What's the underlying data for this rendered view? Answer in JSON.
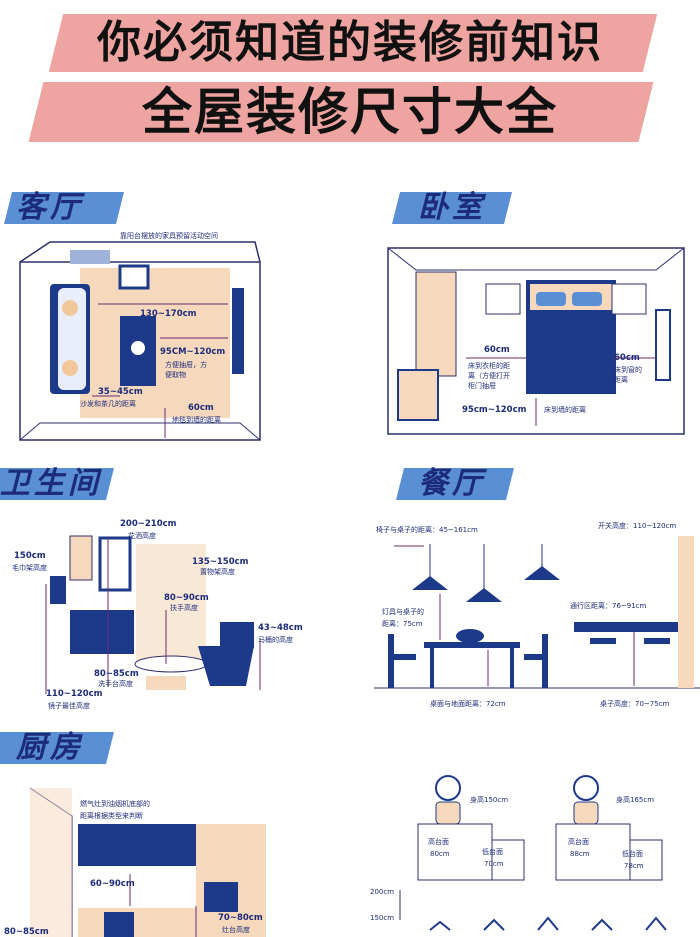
{
  "header": {
    "line1": "你必须知道的装修前知识",
    "line2": "全屋装修尺寸大全"
  },
  "sections": {
    "living": {
      "title": "客厅",
      "labels": {
        "top_note": "靠阳台摆放的家具预留活动空间",
        "w1": "130~170cm",
        "w2": "95CM~120cm",
        "w2_note1": "方便抽屉，方",
        "w2_note2": "便取物",
        "w3": "35~45cm",
        "w3_note": "沙发和茶几的距离",
        "w4": "60cm",
        "w4_note": "地毯到墙的距离"
      }
    },
    "bedroom": {
      "title": "卧室",
      "labels": {
        "a": "60cm",
        "a_note1": "床到衣柜的距",
        "a_note2": "离（方便打开",
        "a_note3": "柜门抽屉",
        "b": "60cm",
        "b_note1": "床到窗的",
        "b_note2": "距离",
        "c": "95cm~120cm",
        "c_note": "床到墙的距离"
      }
    },
    "bathroom": {
      "title": "卫生间",
      "labels": {
        "a": "200~210cm",
        "a_note": "花洒高度",
        "b": "150cm",
        "b_note": "毛巾架高度",
        "c": "135~150cm",
        "c_note": "置物架高度",
        "d": "80~90cm",
        "d_note": "扶手高度",
        "e": "43~48cm",
        "e_note": "马桶的高度",
        "f": "80~85cm",
        "f_note": "洗手台高度",
        "g": "110~120cm",
        "g_note": "镜子最佳高度"
      }
    },
    "dining": {
      "title": "餐厅",
      "labels": {
        "a": "椅子与桌子的距离：45~161cm",
        "b": "开关高度：110~120cm",
        "c1": "灯具与桌子的",
        "c2": "距离：75cm",
        "d": "通行区距离：76~91cm",
        "e": "桌面与地面距离：72cm",
        "f": "桌子高度：70~75cm"
      }
    },
    "kitchen": {
      "title": "厨房",
      "labels": {
        "a1": "燃气灶到油烟机底部的",
        "a2": "距离根据类型来判断",
        "b": "60~90cm",
        "c": "70~80cm",
        "c_note": "灶台高度",
        "d": "80~85cm"
      }
    },
    "counter": {
      "labels": {
        "h1": "身高150cm",
        "h2": "身高165cm",
        "t1a": "高台面",
        "t1b": "80cm",
        "t2a": "低台面",
        "t2b": "70cm",
        "t3a": "高台面",
        "t3b": "88cm",
        "t4a": "低台面",
        "t4b": "78cm",
        "s1": "200cm",
        "s2": "150cm"
      }
    }
  },
  "colors": {
    "navy": "#1d3a8a",
    "peach": "#f6d8bd",
    "pink": "#eea4a0",
    "tab": "#5a8fd6",
    "dim": "#6b2a6e"
  }
}
